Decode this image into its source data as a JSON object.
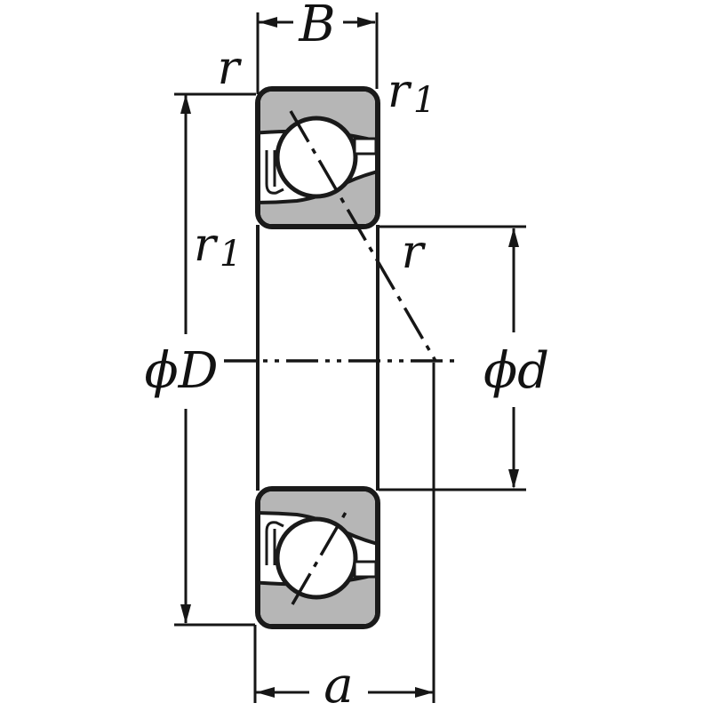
{
  "diagram": {
    "subject": "angular-contact-ball-bearing-cross-section",
    "colors": {
      "line": "#1a1a1a",
      "ring_fill": "#b6b6b6",
      "ball_fill": "#ffffff",
      "background": "#ffffff"
    },
    "dimensions": {
      "width": {
        "label": "B"
      },
      "outer_diameter": {
        "label": "ϕD"
      },
      "bore_diameter": {
        "label": "ϕd"
      },
      "load_center_distance": {
        "label": "a"
      },
      "chamfer_top_left": {
        "label": "r"
      },
      "chamfer_mid_right": {
        "label": "r"
      },
      "chamfer_top_right": {
        "base": "r",
        "sub": "1"
      },
      "chamfer_mid_left": {
        "base": "r",
        "sub": "1"
      }
    }
  }
}
